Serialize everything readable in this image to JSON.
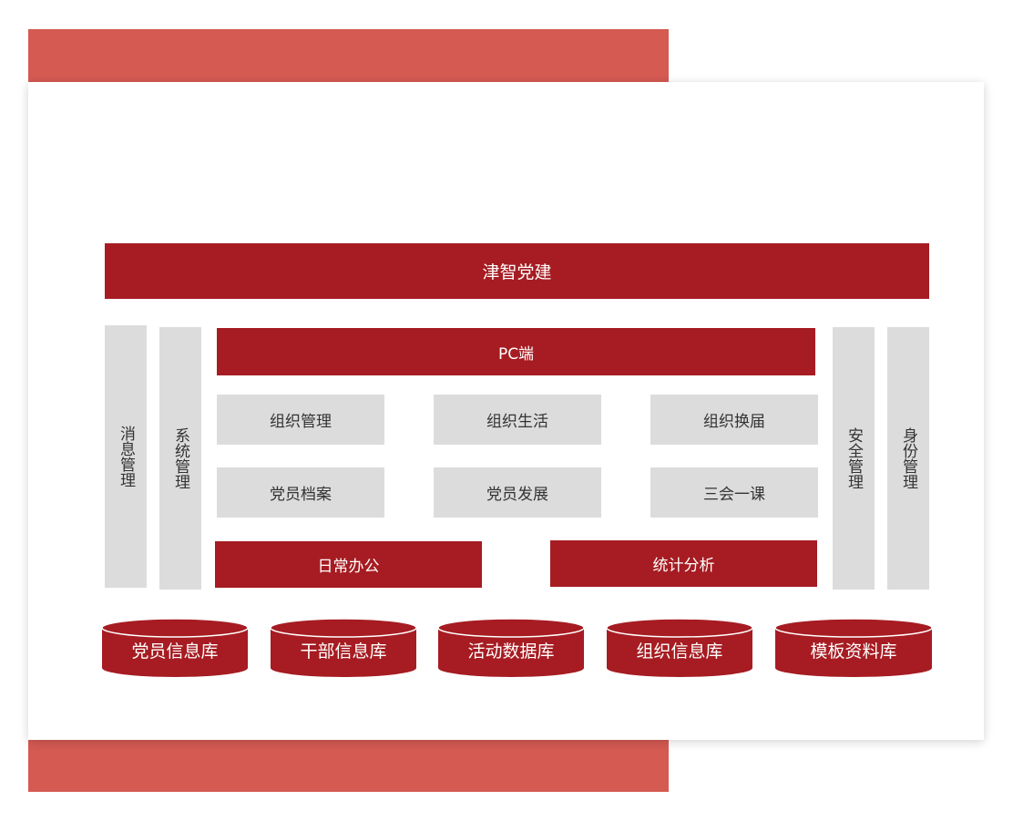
{
  "title": "津智党建",
  "left_columns": [
    "消息管理",
    "系统管理"
  ],
  "right_columns": [
    "安全管理",
    "身份管理"
  ],
  "pc": "PC端",
  "modules": [
    "组织管理",
    "组织生活",
    "组织换届",
    "党员档案",
    "党员发展",
    "三会一课"
  ],
  "bottom_bars": [
    "日常办公",
    "统计分析"
  ],
  "databases": [
    "党员信息库",
    "干部信息库",
    "活动数据库",
    "组织信息库",
    "模板资料库"
  ],
  "colors": {
    "primary": "#a61c22",
    "accent_bg": "#d45a52",
    "module_bg": "#dcdcdc"
  }
}
